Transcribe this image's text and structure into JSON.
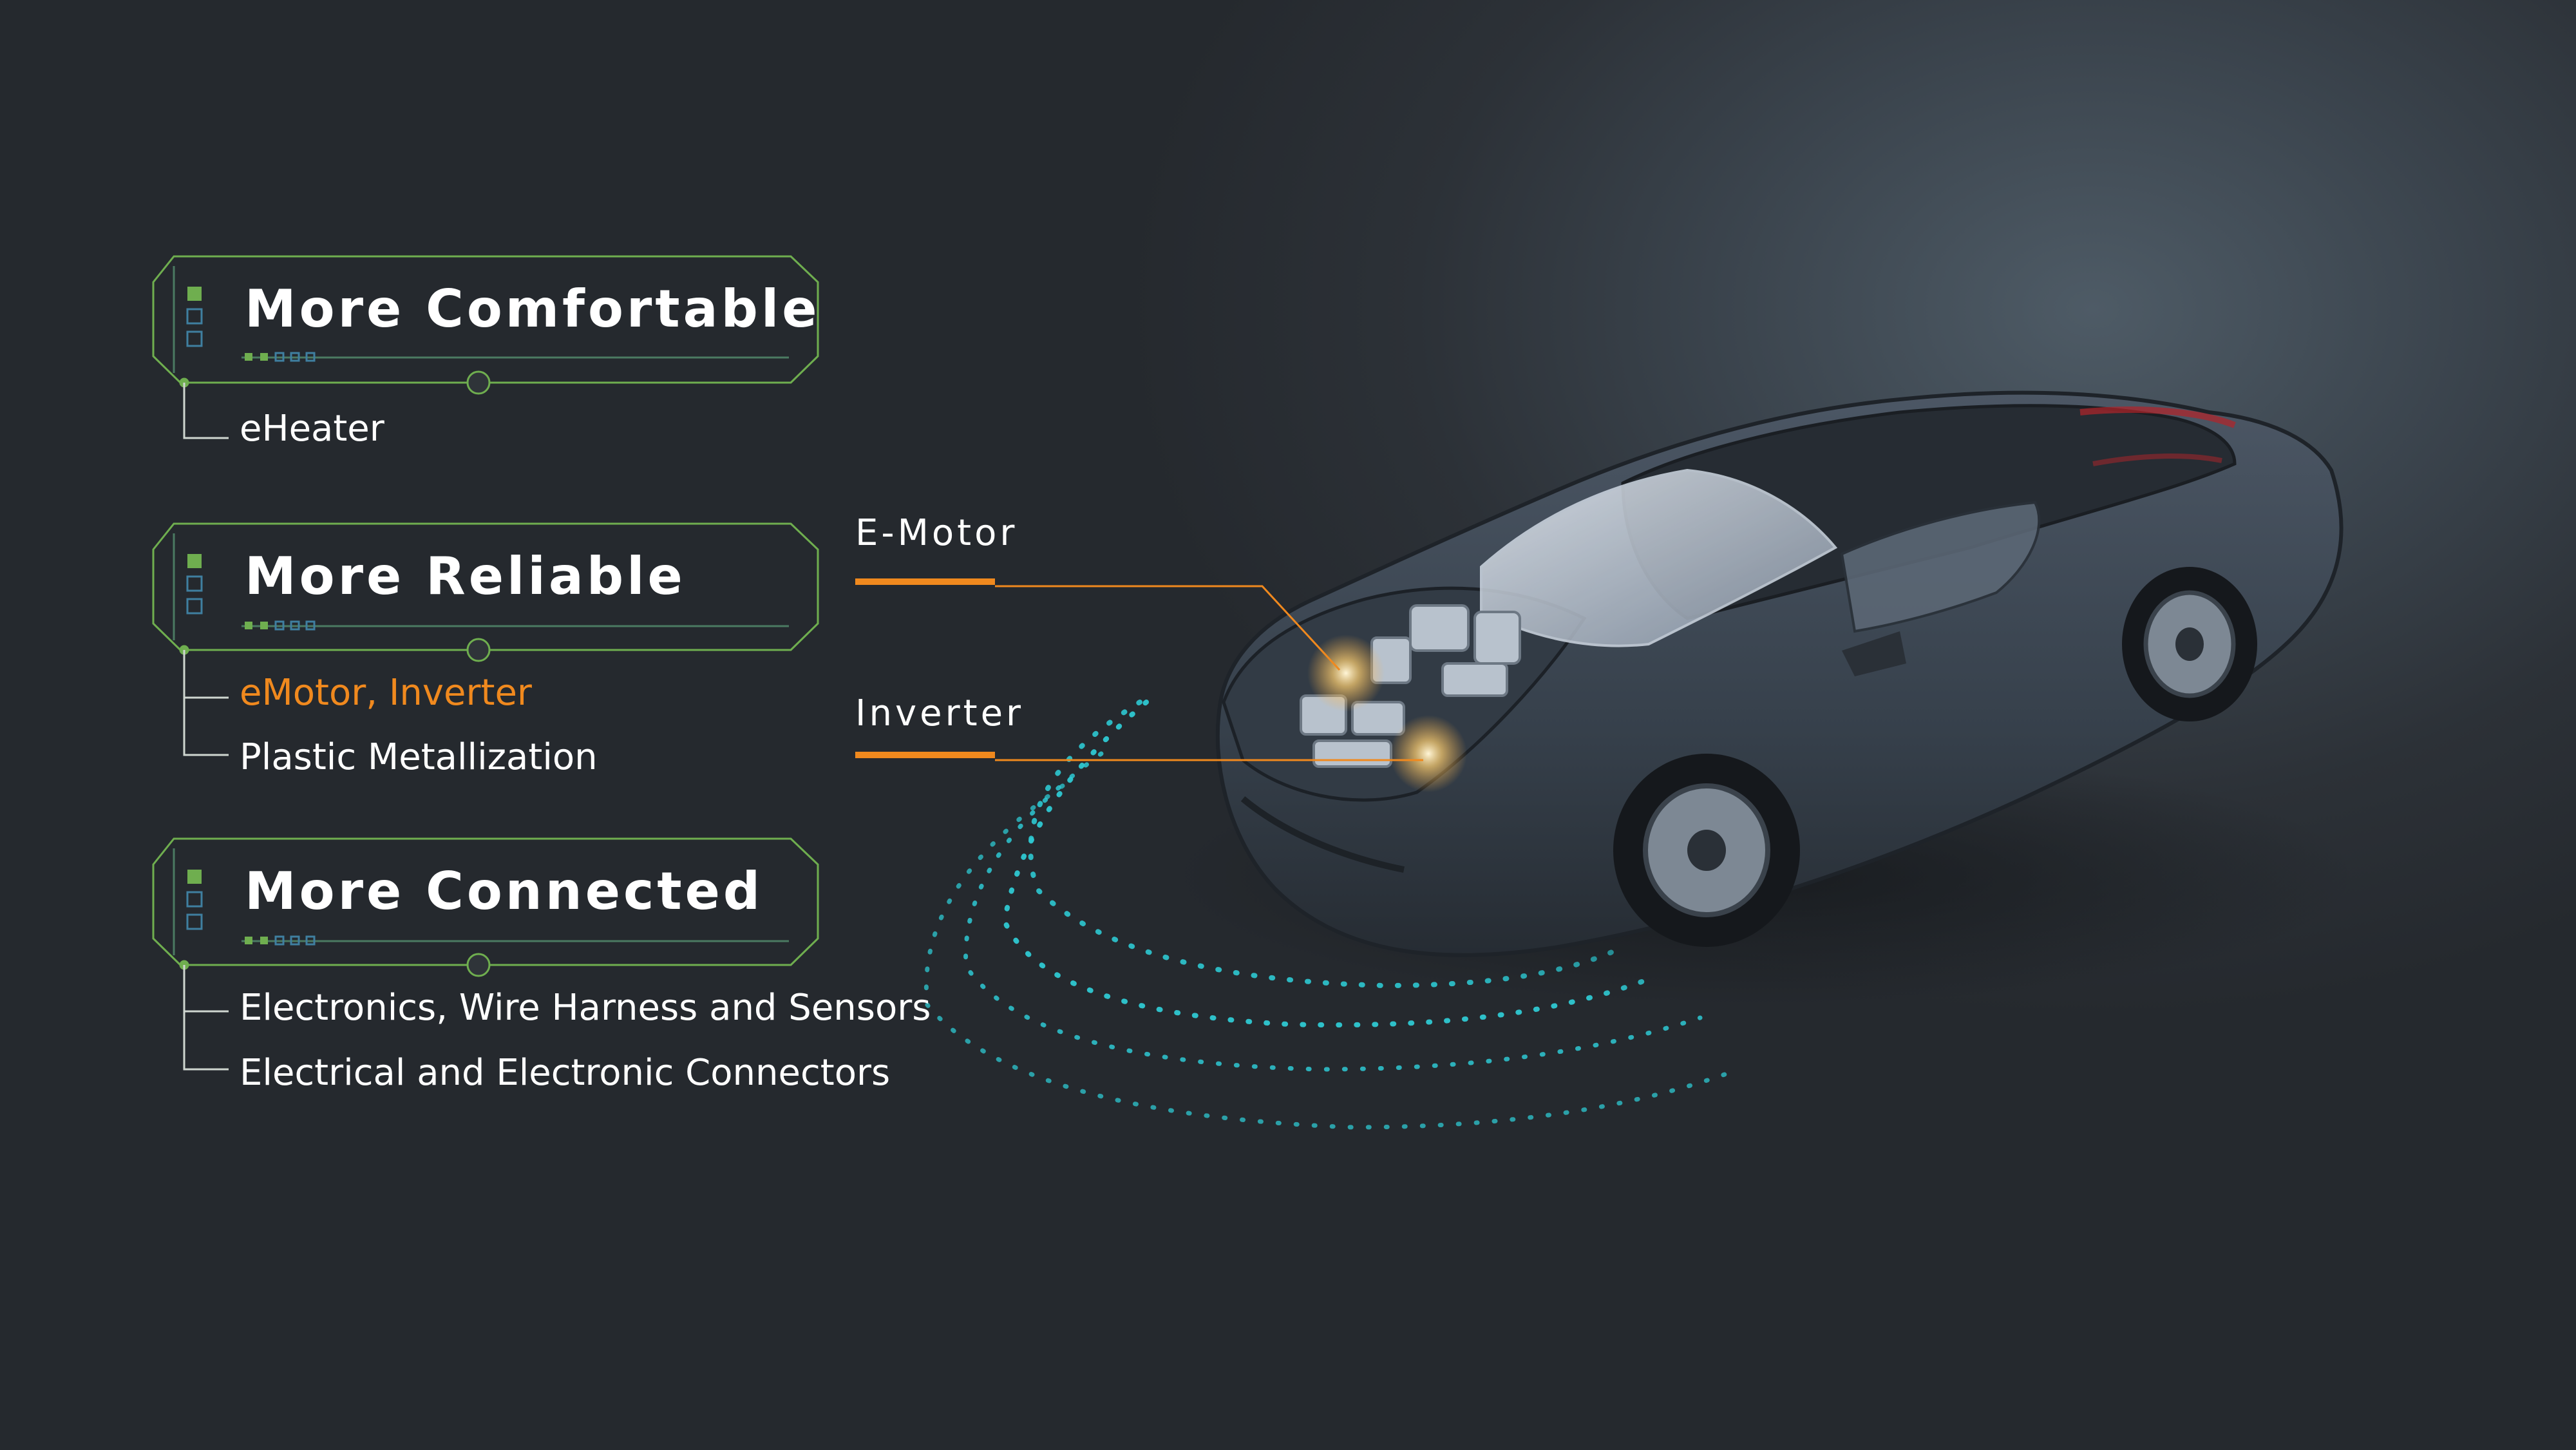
{
  "categories": [
    {
      "title": "More Comfortable",
      "items": [
        {
          "label": "eHeater",
          "highlight": false
        }
      ]
    },
    {
      "title": "More Reliable",
      "items": [
        {
          "label": "eMotor, Inverter",
          "highlight": true
        },
        {
          "label": "Plastic Metallization",
          "highlight": false
        }
      ]
    },
    {
      "title": "More Connected",
      "items": [
        {
          "label": "Electronics, Wire Harness and Sensors",
          "highlight": false
        },
        {
          "label": "Electrical and Electronic Connectors",
          "highlight": false
        }
      ]
    }
  ],
  "callouts": [
    {
      "label": "E-Motor"
    },
    {
      "label": "Inverter"
    }
  ],
  "colors": {
    "frame_green": "#6fae4f",
    "accent_orange": "#f0891e",
    "signal_cyan": "#2ec8d2",
    "car_body": "#3a4450"
  },
  "icons": [
    "status-squares-icon",
    "progress-dots-icon",
    "connector-node-icon",
    "signal-waves-icon"
  ]
}
